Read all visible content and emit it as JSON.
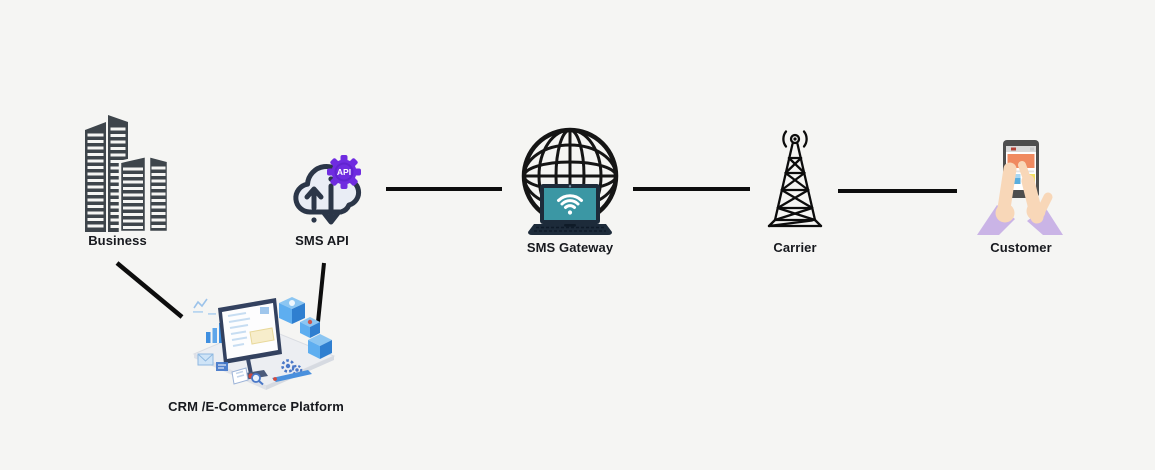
{
  "diagram": {
    "type": "sms-flow-diagram",
    "background": "#f5f5f3",
    "nodes": {
      "business": {
        "label": "Business",
        "icon": "office-buildings-icon"
      },
      "crm": {
        "label": "CRM /E-Commerce Platform",
        "icon": "crm-platform-illustration"
      },
      "sms_api": {
        "label": "SMS API",
        "icon": "cloud-api-icon",
        "badge": "API"
      },
      "sms_gateway": {
        "label": "SMS Gateway",
        "icon": "globe-laptop-icon"
      },
      "carrier": {
        "label": "Carrier",
        "icon": "radio-tower-icon"
      },
      "customer": {
        "label": "Customer",
        "icon": "hands-holding-phone-icon"
      }
    },
    "connections": [
      {
        "from": "business",
        "to": "crm"
      },
      {
        "from": "crm",
        "to": "sms_api"
      },
      {
        "from": "sms_api",
        "to": "sms_gateway"
      },
      {
        "from": "sms_gateway",
        "to": "carrier"
      },
      {
        "from": "carrier",
        "to": "customer"
      }
    ],
    "colors": {
      "connector": "#0d0d0d",
      "label_text": "#17191e",
      "building": "#3e454b",
      "cloud_outline": "#2b3648",
      "cloud_fill": "#e9edf5",
      "api_gear_purple": "#6f2ce0",
      "globe": "#151515",
      "laptop_navy": "#1d2b3a",
      "laptop_screen_teal": "#3b97a4",
      "phone_body": "#4e4e4e",
      "phone_orange": "#f08a60",
      "phone_blue": "#5aaede",
      "phone_yellow": "#f2e165",
      "hand_skin": "#f8d7b8",
      "sleeve_lavender": "#cab4e6",
      "crm_blue": "#3f8fe0"
    }
  }
}
